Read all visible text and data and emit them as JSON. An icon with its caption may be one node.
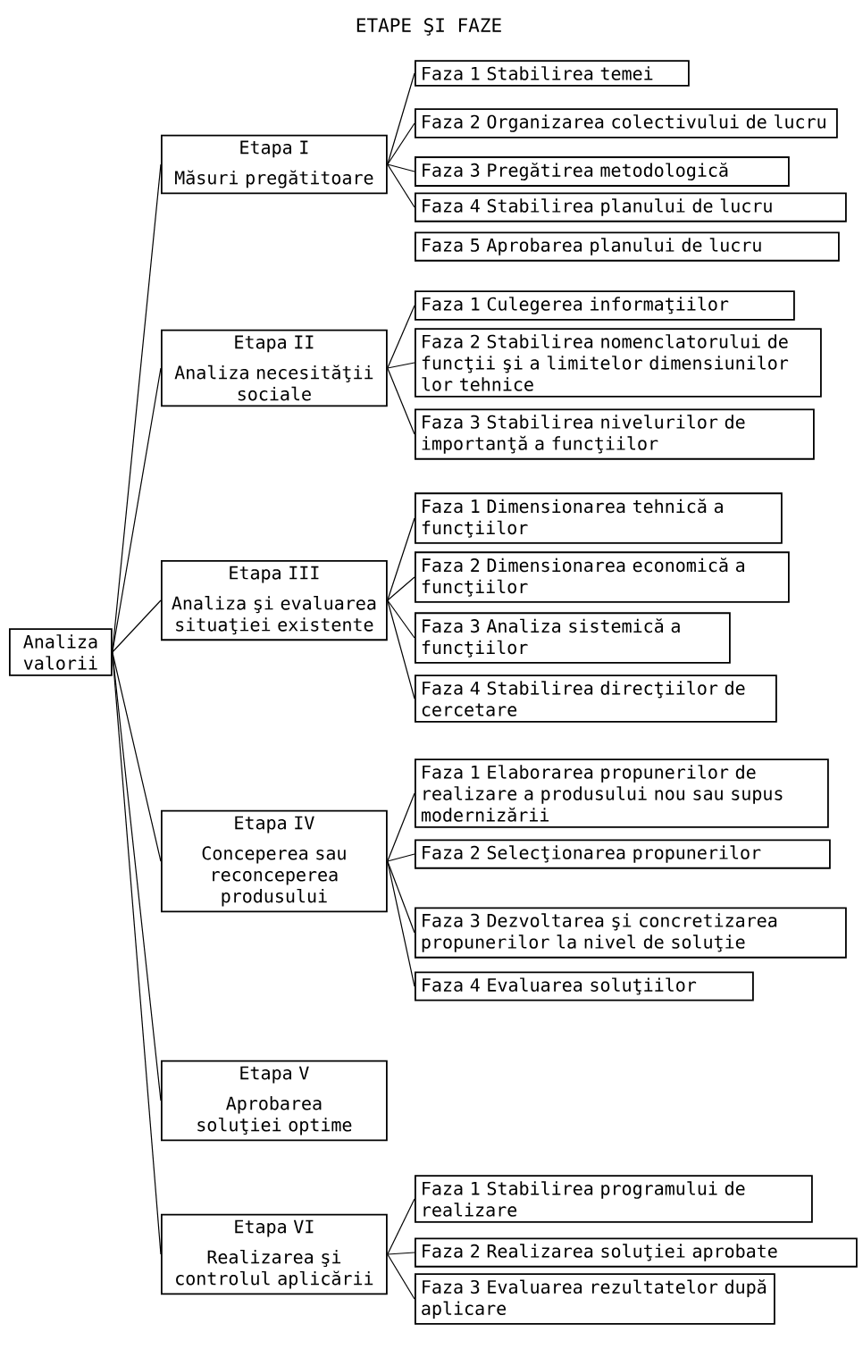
{
  "diagram": {
    "title": "ETAPE ŞI FAZE",
    "nodes": [
      {
        "text": [
          "Analiza valorii"
        ]
      },
      {
        "text": [
          "Etapa I",
          "Măsuri pregătitoare"
        ]
      },
      {
        "text": [
          "Faza 1 Stabilirea temei"
        ]
      },
      {
        "text": [
          "Faza 2 Organizarea colectivului de lucru"
        ]
      },
      {
        "text": [
          "Faza 3 Pregătirea metodologică"
        ]
      },
      {
        "text": [
          "Faza 4 Stabilirea planului de lucru"
        ]
      },
      {
        "text": [
          "Faza 5 Aprobarea planului de lucru"
        ]
      },
      {
        "text": [
          "Etapa II",
          "Analiza necesităţii sociale"
        ]
      },
      {
        "text": [
          "Faza 1 Culegerea informaţiilor"
        ]
      },
      {
        "text": [
          "Faza 2 Stabilirea nomenclatorului de funcţii şi a limitelor dimensiunilor lor tehnice"
        ]
      },
      {
        "text": [
          "Faza 3 Stabilirea nivelurilor de importanţă a funcţiilor"
        ]
      },
      {
        "text": [
          "Etapa III",
          "Analiza şi evaluarea situaţiei existente"
        ]
      },
      {
        "text": [
          "Faza 1 Dimensionarea tehnică a funcţiilor"
        ]
      },
      {
        "text": [
          "Faza 2 Dimensionarea economică a funcţiilor"
        ]
      },
      {
        "text": [
          "Faza 3 Analiza sistemică a funcţiilor"
        ]
      },
      {
        "text": [
          "Faza 4 Stabilirea direcţiilor de cercetare"
        ]
      },
      {
        "text": [
          "Etapa IV",
          "Conceperea sau reconceperea produsului"
        ]
      },
      {
        "text": [
          "Faza 1 Elaborarea propunerilor de realizare a produsului nou sau supus modernizării"
        ]
      },
      {
        "text": [
          "Faza 2 Selecţionarea propunerilor"
        ]
      },
      {
        "text": [
          "Faza 3 Dezvoltarea şi concretizarea propunerilor la nivel de soluţie"
        ]
      },
      {
        "text": [
          "Faza 4 Evaluarea soluţiilor"
        ]
      },
      {
        "text": [
          "Etapa V",
          "Aprobarea soluţiei optime"
        ]
      },
      {
        "text": [
          "Etapa VI",
          "Realizarea şi controlul aplicării"
        ]
      },
      {
        "text": [
          "Faza 1 Stabilirea programului de realizare"
        ]
      },
      {
        "text": [
          "Faza 2 Realizarea soluţiei aprobate"
        ]
      },
      {
        "text": [
          "Faza 3 Evaluarea rezultatelor după aplicare"
        ]
      }
    ],
    "edges": [
      {
        "from": 0,
        "to": 1,
        "arrow": "none"
      },
      {
        "from": 0,
        "to": 7,
        "arrow": "none"
      },
      {
        "from": 0,
        "to": 11,
        "arrow": "none"
      },
      {
        "from": 0,
        "to": 16,
        "arrow": "none"
      },
      {
        "from": 0,
        "to": 21,
        "arrow": "none"
      },
      {
        "from": 0,
        "to": 22,
        "arrow": "none"
      },
      {
        "from": 1,
        "to": 2,
        "arrow": "none"
      },
      {
        "from": 1,
        "to": 3,
        "arrow": "none"
      },
      {
        "from": 1,
        "to": 4,
        "arrow": "none"
      },
      {
        "from": 1,
        "to": 5,
        "arrow": "none"
      },
      {
        "from": 7,
        "to": 8,
        "arrow": "none"
      },
      {
        "from": 7,
        "to": 9,
        "arrow": "none"
      },
      {
        "from": 7,
        "to": 10,
        "arrow": "none"
      },
      {
        "from": 11,
        "to": 12,
        "arrow": "none"
      },
      {
        "from": 11,
        "to": 13,
        "arrow": "none"
      },
      {
        "from": 11,
        "to": 14,
        "arrow": "none"
      },
      {
        "from": 11,
        "to": 15,
        "arrow": "none"
      },
      {
        "from": 16,
        "to": 17,
        "arrow": "none"
      },
      {
        "from": 16,
        "to": 18,
        "arrow": "none"
      },
      {
        "from": 16,
        "to": 19,
        "arrow": "none"
      },
      {
        "from": 16,
        "to": 20,
        "arrow": "none"
      },
      {
        "from": 22,
        "to": 23,
        "arrow": "none"
      },
      {
        "from": 22,
        "to": 24,
        "arrow": "none"
      },
      {
        "from": 22,
        "to": 25,
        "arrow": "none"
      }
    ]
  }
}
